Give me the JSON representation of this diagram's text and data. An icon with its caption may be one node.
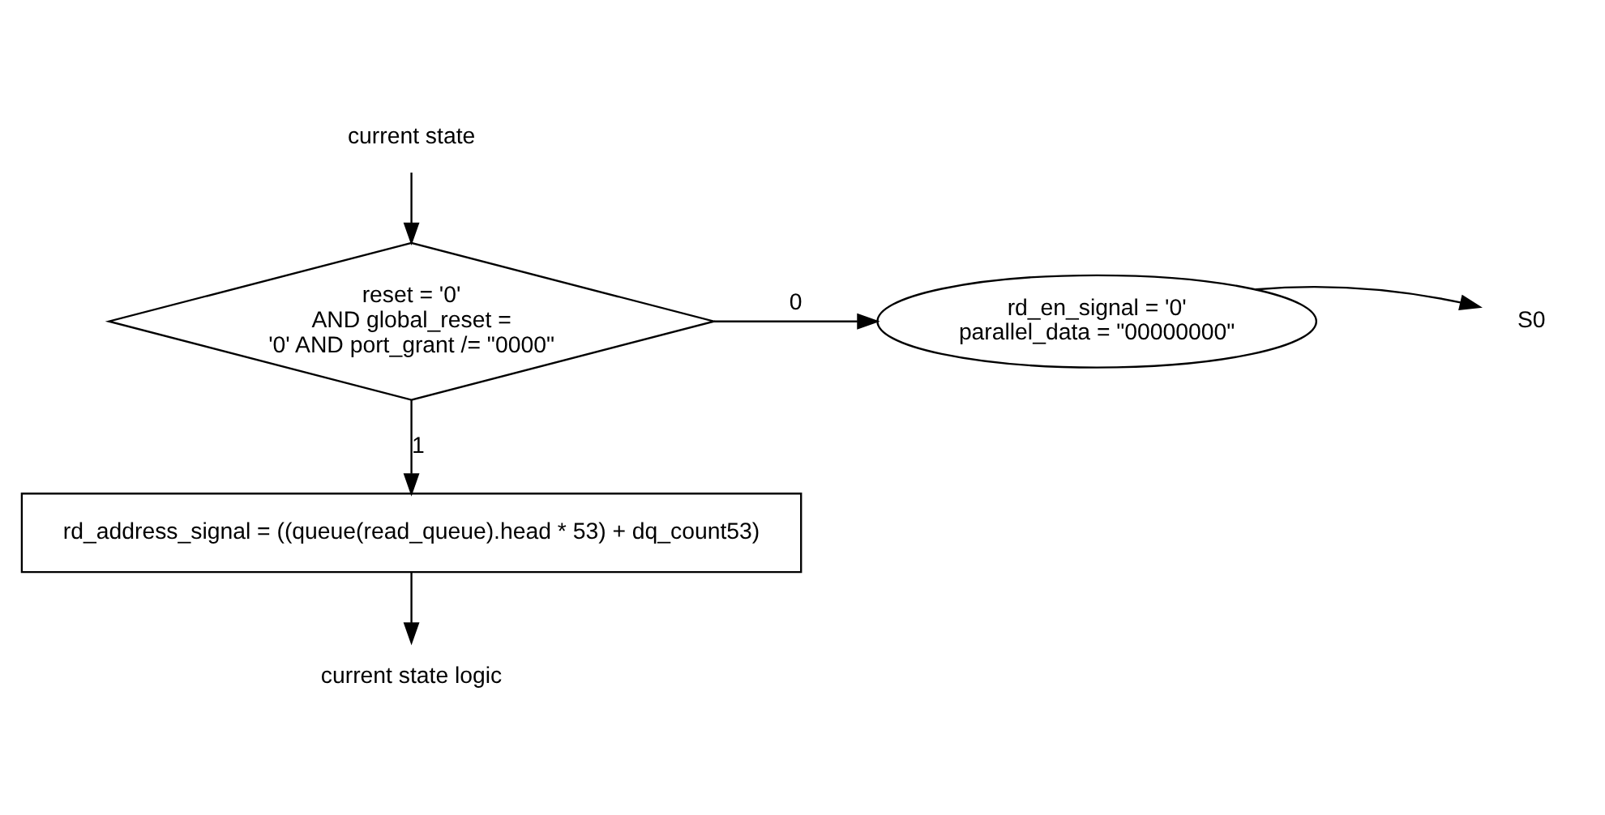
{
  "diagram": {
    "nodes": [
      {
        "text": [
          "current state"
        ]
      },
      {
        "text": [
          "reset = '0' AND global_reset = '0' AND port_grant /= \"0000\""
        ]
      },
      {
        "text": [
          "rd_en_signal = '0' parallel_data = \"00000000\""
        ]
      },
      {
        "text": [
          "S0"
        ]
      },
      {
        "text": [
          "rd_address_signal = ((queue(read_queue).head * 53) + dq_count53)"
        ]
      },
      {
        "text": [
          "current state logic"
        ]
      }
    ],
    "edges": [
      {
        "from": 0,
        "to": 1,
        "arrow": "to"
      },
      {
        "from": 1,
        "to": 2,
        "arrow": "to",
        "label": "0"
      },
      {
        "from": 2,
        "to": 3,
        "arrow": "to"
      },
      {
        "from": 1,
        "to": 4,
        "arrow": "to",
        "label": "1"
      },
      {
        "from": 4,
        "to": 5,
        "arrow": "to"
      }
    ]
  }
}
